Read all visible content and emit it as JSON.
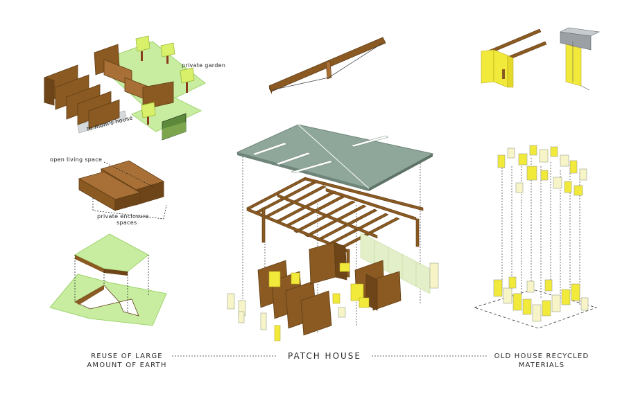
{
  "labels": {
    "private_garden": "private garden",
    "to_moms_house": "to mom's house",
    "open_living_space": "open living space",
    "private_enclosure_1": "private enclosure",
    "private_enclosure_2": "spaces"
  },
  "captions": {
    "left_1": "REUSE OF LARGE",
    "left_2": "AMOUNT OF EARTH",
    "center": "PATCH HOUSE",
    "right_1": "OLD HOUSE RECYCLED",
    "right_2": "MATERIALS"
  },
  "colors": {
    "wood": "#8a5a22",
    "wood_top": "#a87036",
    "wood_dark": "#5e3c14",
    "green": "#c8eda0",
    "green_dark": "#9ed46e",
    "roof": "#8fa69a",
    "roof_edge": "#6f8579",
    "yellow": "#f2ea3b",
    "glass": "#e2efc8",
    "path": "#d7dadd"
  }
}
